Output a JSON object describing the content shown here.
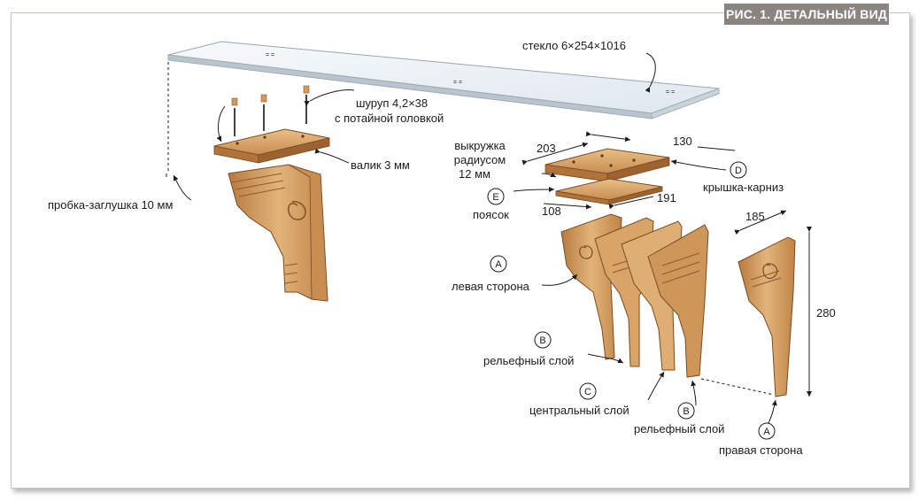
{
  "figure_title": "РИС. 1. ДЕТАЛЬНЫЙ ВИД",
  "labels": {
    "glass": "стекло 6×254×1016",
    "screw_line1": "шуруп 4,2×38",
    "screw_line2": "с потайной головкой",
    "valik": "валик 3 мм",
    "plug": "пробка-заглушка 10 мм",
    "cove_line1": "выкружка",
    "cove_line2": "радиусом",
    "cove_line3": "12 мм",
    "krishka": "крышка-карниз",
    "poyasok": "поясок",
    "left_side": "левая сторона",
    "relief_layer_1": "рельефный слой",
    "central_layer": "центральный слой",
    "relief_layer_2": "рельефный слой",
    "right_side": "правая сторона"
  },
  "dimensions": {
    "width_203": "203",
    "width_130": "130",
    "width_108": "108",
    "width_191": "191",
    "width_185": "185",
    "height_280": "280"
  },
  "markers": {
    "A_left": "A",
    "B_first": "B",
    "C": "C",
    "B_second": "B",
    "A_right": "A",
    "D": "D",
    "E": "E"
  },
  "colors": {
    "wood_light": "#e2b47a",
    "wood_mid": "#c98e50",
    "wood_dark": "#8f5a2a",
    "glass": "#edf2f6",
    "title_bg": "#8a8580"
  }
}
